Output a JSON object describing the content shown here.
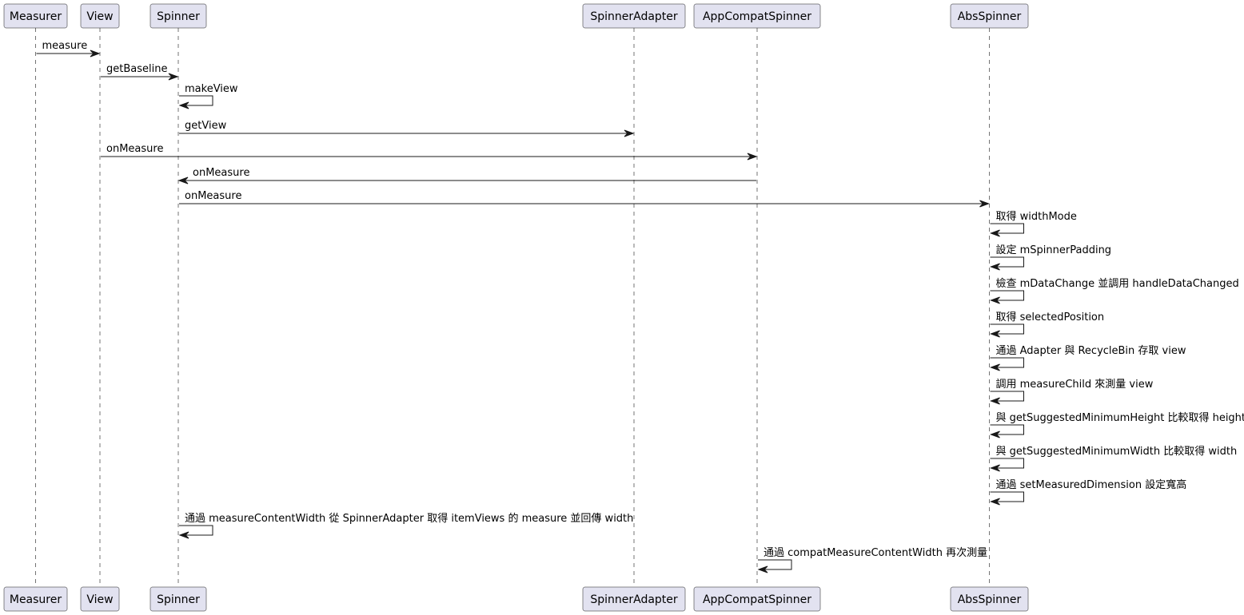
{
  "participants": [
    {
      "id": "measurer",
      "name": "Measurer"
    },
    {
      "id": "view",
      "name": "View"
    },
    {
      "id": "spinner",
      "name": "Spinner"
    },
    {
      "id": "spinneradapter",
      "name": "SpinnerAdapter"
    },
    {
      "id": "appcompatspinner",
      "name": "AppCompatSpinner"
    },
    {
      "id": "absspinner",
      "name": "AbsSpinner"
    }
  ],
  "messages": [
    {
      "from": "measurer",
      "to": "view",
      "label": "measure"
    },
    {
      "from": "view",
      "to": "spinner",
      "label": "getBaseline"
    },
    {
      "from": "spinner",
      "to": "spinner",
      "label": "makeView"
    },
    {
      "from": "spinner",
      "to": "spinneradapter",
      "label": "getView"
    },
    {
      "from": "view",
      "to": "appcompatspinner",
      "label": "onMeasure"
    },
    {
      "from": "appcompatspinner",
      "to": "spinner",
      "label": "onMeasure"
    },
    {
      "from": "spinner",
      "to": "absspinner",
      "label": "onMeasure"
    },
    {
      "from": "absspinner",
      "to": "absspinner",
      "label": "取得 widthMode"
    },
    {
      "from": "absspinner",
      "to": "absspinner",
      "label": "設定 mSpinnerPadding"
    },
    {
      "from": "absspinner",
      "to": "absspinner",
      "label": "檢查 mDataChange 並調用 handleDataChanged"
    },
    {
      "from": "absspinner",
      "to": "absspinner",
      "label": "取得 selectedPosition"
    },
    {
      "from": "absspinner",
      "to": "absspinner",
      "label": "通過 Adapter 與 RecycleBin 存取 view"
    },
    {
      "from": "absspinner",
      "to": "absspinner",
      "label": "調用 measureChild 來測量 view"
    },
    {
      "from": "absspinner",
      "to": "absspinner",
      "label": "與 getSuggestedMinimumHeight 比較取得 height"
    },
    {
      "from": "absspinner",
      "to": "absspinner",
      "label": "與 getSuggestedMinimumWidth 比較取得 width"
    },
    {
      "from": "absspinner",
      "to": "absspinner",
      "label": "通過 setMeasuredDimension 設定寬高"
    },
    {
      "from": "spinner",
      "to": "spinner",
      "label": "通過 measureContentWidth 從 SpinnerAdapter 取得 itemViews 的 measure 並回傳 width"
    },
    {
      "from": "appcompatspinner",
      "to": "appcompatspinner",
      "label": "通過 compatMeasureContentWidth 再次測量"
    }
  ],
  "colors": {
    "participant_fill": "#e2e2f0",
    "participant_border": "#181818",
    "lifeline": "#181818",
    "arrow": "#181818",
    "background": "#ffffff"
  }
}
